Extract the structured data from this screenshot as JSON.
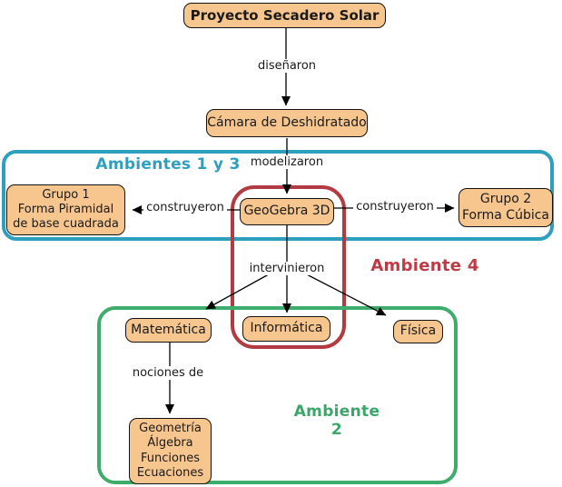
{
  "diagram": {
    "title_node": "Proyecto Secadero Solar",
    "nodes": {
      "proyecto": {
        "label": "Proyecto Secadero Solar"
      },
      "camara": {
        "label": "Cámara de Deshidratado"
      },
      "grupo1": {
        "lines": [
          "Grupo 1",
          "Forma Piramidal",
          "de base cuadrada"
        ]
      },
      "geogebra": {
        "label": "GeoGebra 3D"
      },
      "grupo2": {
        "lines": [
          "Grupo 2",
          "Forma Cúbica"
        ]
      },
      "matematica": {
        "label": "Matemática"
      },
      "informatica": {
        "label": "Informática"
      },
      "fisica": {
        "label": "Física"
      },
      "conceptos": {
        "lines": [
          "Geometría",
          "Álgebra",
          "Funciones",
          "Ecuaciones"
        ]
      }
    },
    "containers": {
      "ambientes_1_3": {
        "label": "Ambientes 1 y 3",
        "color": "#2EA0BE"
      },
      "ambiente_4": {
        "label": "Ambiente 4",
        "color": "#B23B42"
      },
      "ambiente_2": {
        "label": "Ambiente 2",
        "color": "#3EAD6B"
      }
    },
    "edge_labels": {
      "disenaron": "diseñaron",
      "modelizaron": "modelizaron",
      "construyeron_left": "construyeron",
      "construyeron_right": "construyeron",
      "intervinieron": "intervinieron",
      "nociones_de": "nociones de"
    },
    "colors": {
      "node_fill": "#F7C68F",
      "node_border": "#111111",
      "arrow": "#000000",
      "teal": "#2EA0BE",
      "red": "#B23B42",
      "green": "#3EAD6B",
      "background": "#FFFFFF"
    }
  }
}
